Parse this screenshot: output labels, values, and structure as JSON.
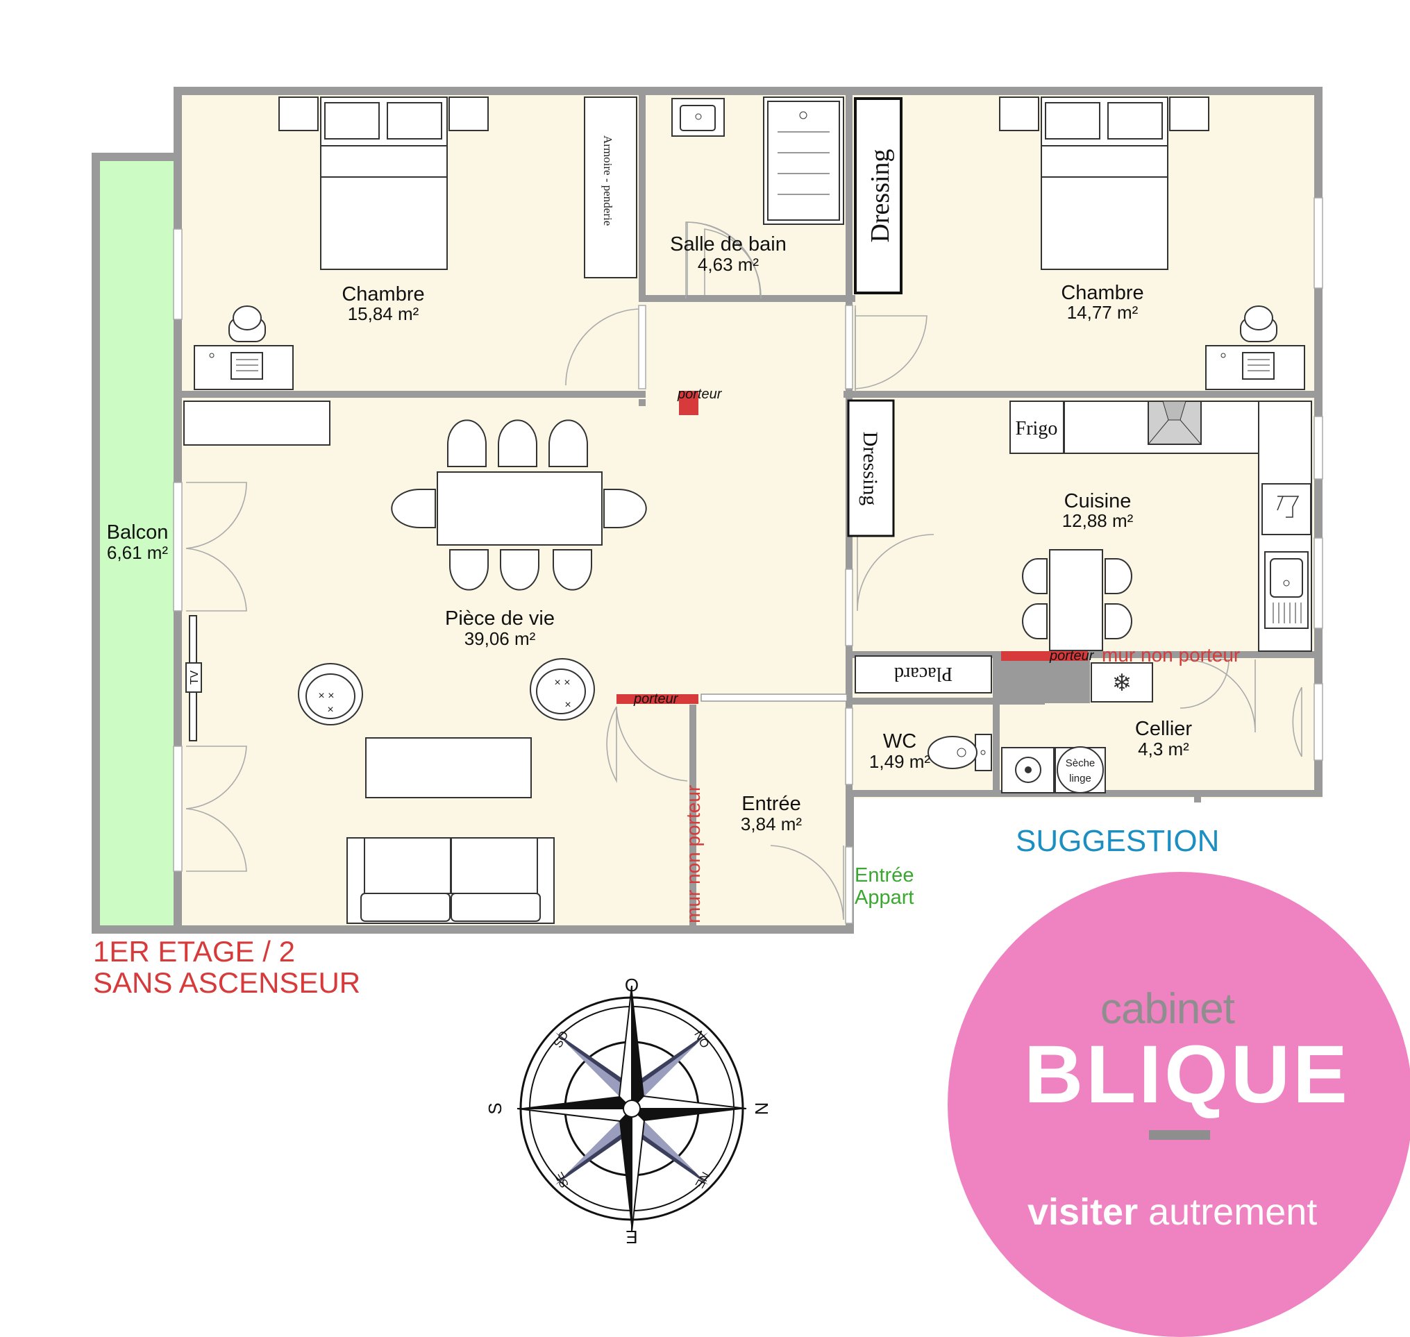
{
  "rooms": {
    "chambre1": {
      "name": "Chambre",
      "area": "15,84 m²"
    },
    "sdb": {
      "name": "Salle de bain",
      "area": "4,63 m²"
    },
    "chambre2": {
      "name": "Chambre",
      "area": "14,77 m²"
    },
    "balcon": {
      "name": "Balcon",
      "area": "6,61 m²"
    },
    "piece": {
      "name": "Pièce de vie",
      "area": "39,06 m²"
    },
    "cuisine": {
      "name": "Cuisine",
      "area": "12,88 m²"
    },
    "entree": {
      "name": "Entrée",
      "area": "3,84 m²"
    },
    "wc": {
      "name": "WC",
      "area": "1,49 m²"
    },
    "cellier": {
      "name": "Cellier",
      "area": "4,3 m²"
    }
  },
  "fixtures": {
    "armoire": "Armoire - penderie",
    "dressing1": "Dressing",
    "dressing2": "Dressing",
    "frigo": "Frigo",
    "placard": "Placard",
    "tv": "TV",
    "seche": [
      "Sèche",
      "linge"
    ]
  },
  "walls": {
    "porteur1": "porteur",
    "porteur2": "porteur",
    "porteur3": "porteur",
    "non_porteur_v": "mur non porteur",
    "non_porteur_h": "mur non porteur"
  },
  "entree_appart": [
    "Entrée",
    "Appart"
  ],
  "suggestion": "SUGGESTION",
  "floor_info": [
    "1ER ETAGE / 2",
    "SANS ASCENSEUR"
  ],
  "compass": {
    "n": "N",
    "s": "S",
    "e": "E",
    "o": "O",
    "no": "NO",
    "ne": "NE",
    "so": "SO",
    "se": "SE"
  },
  "logo": {
    "cabinet": "cabinet",
    "brand": "BLIQUE",
    "tag_bold": "visiter",
    "tag_light": "autrement"
  },
  "colors": {
    "floor": "#fbf7e4",
    "balcony": "#ccfcc4",
    "wall": "#9a9a9a",
    "load_bearing": "#d63a3a",
    "entrance_label": "#3aa830",
    "suggestion": "#1b8fc2",
    "logo_bg": "#ef82c1"
  }
}
